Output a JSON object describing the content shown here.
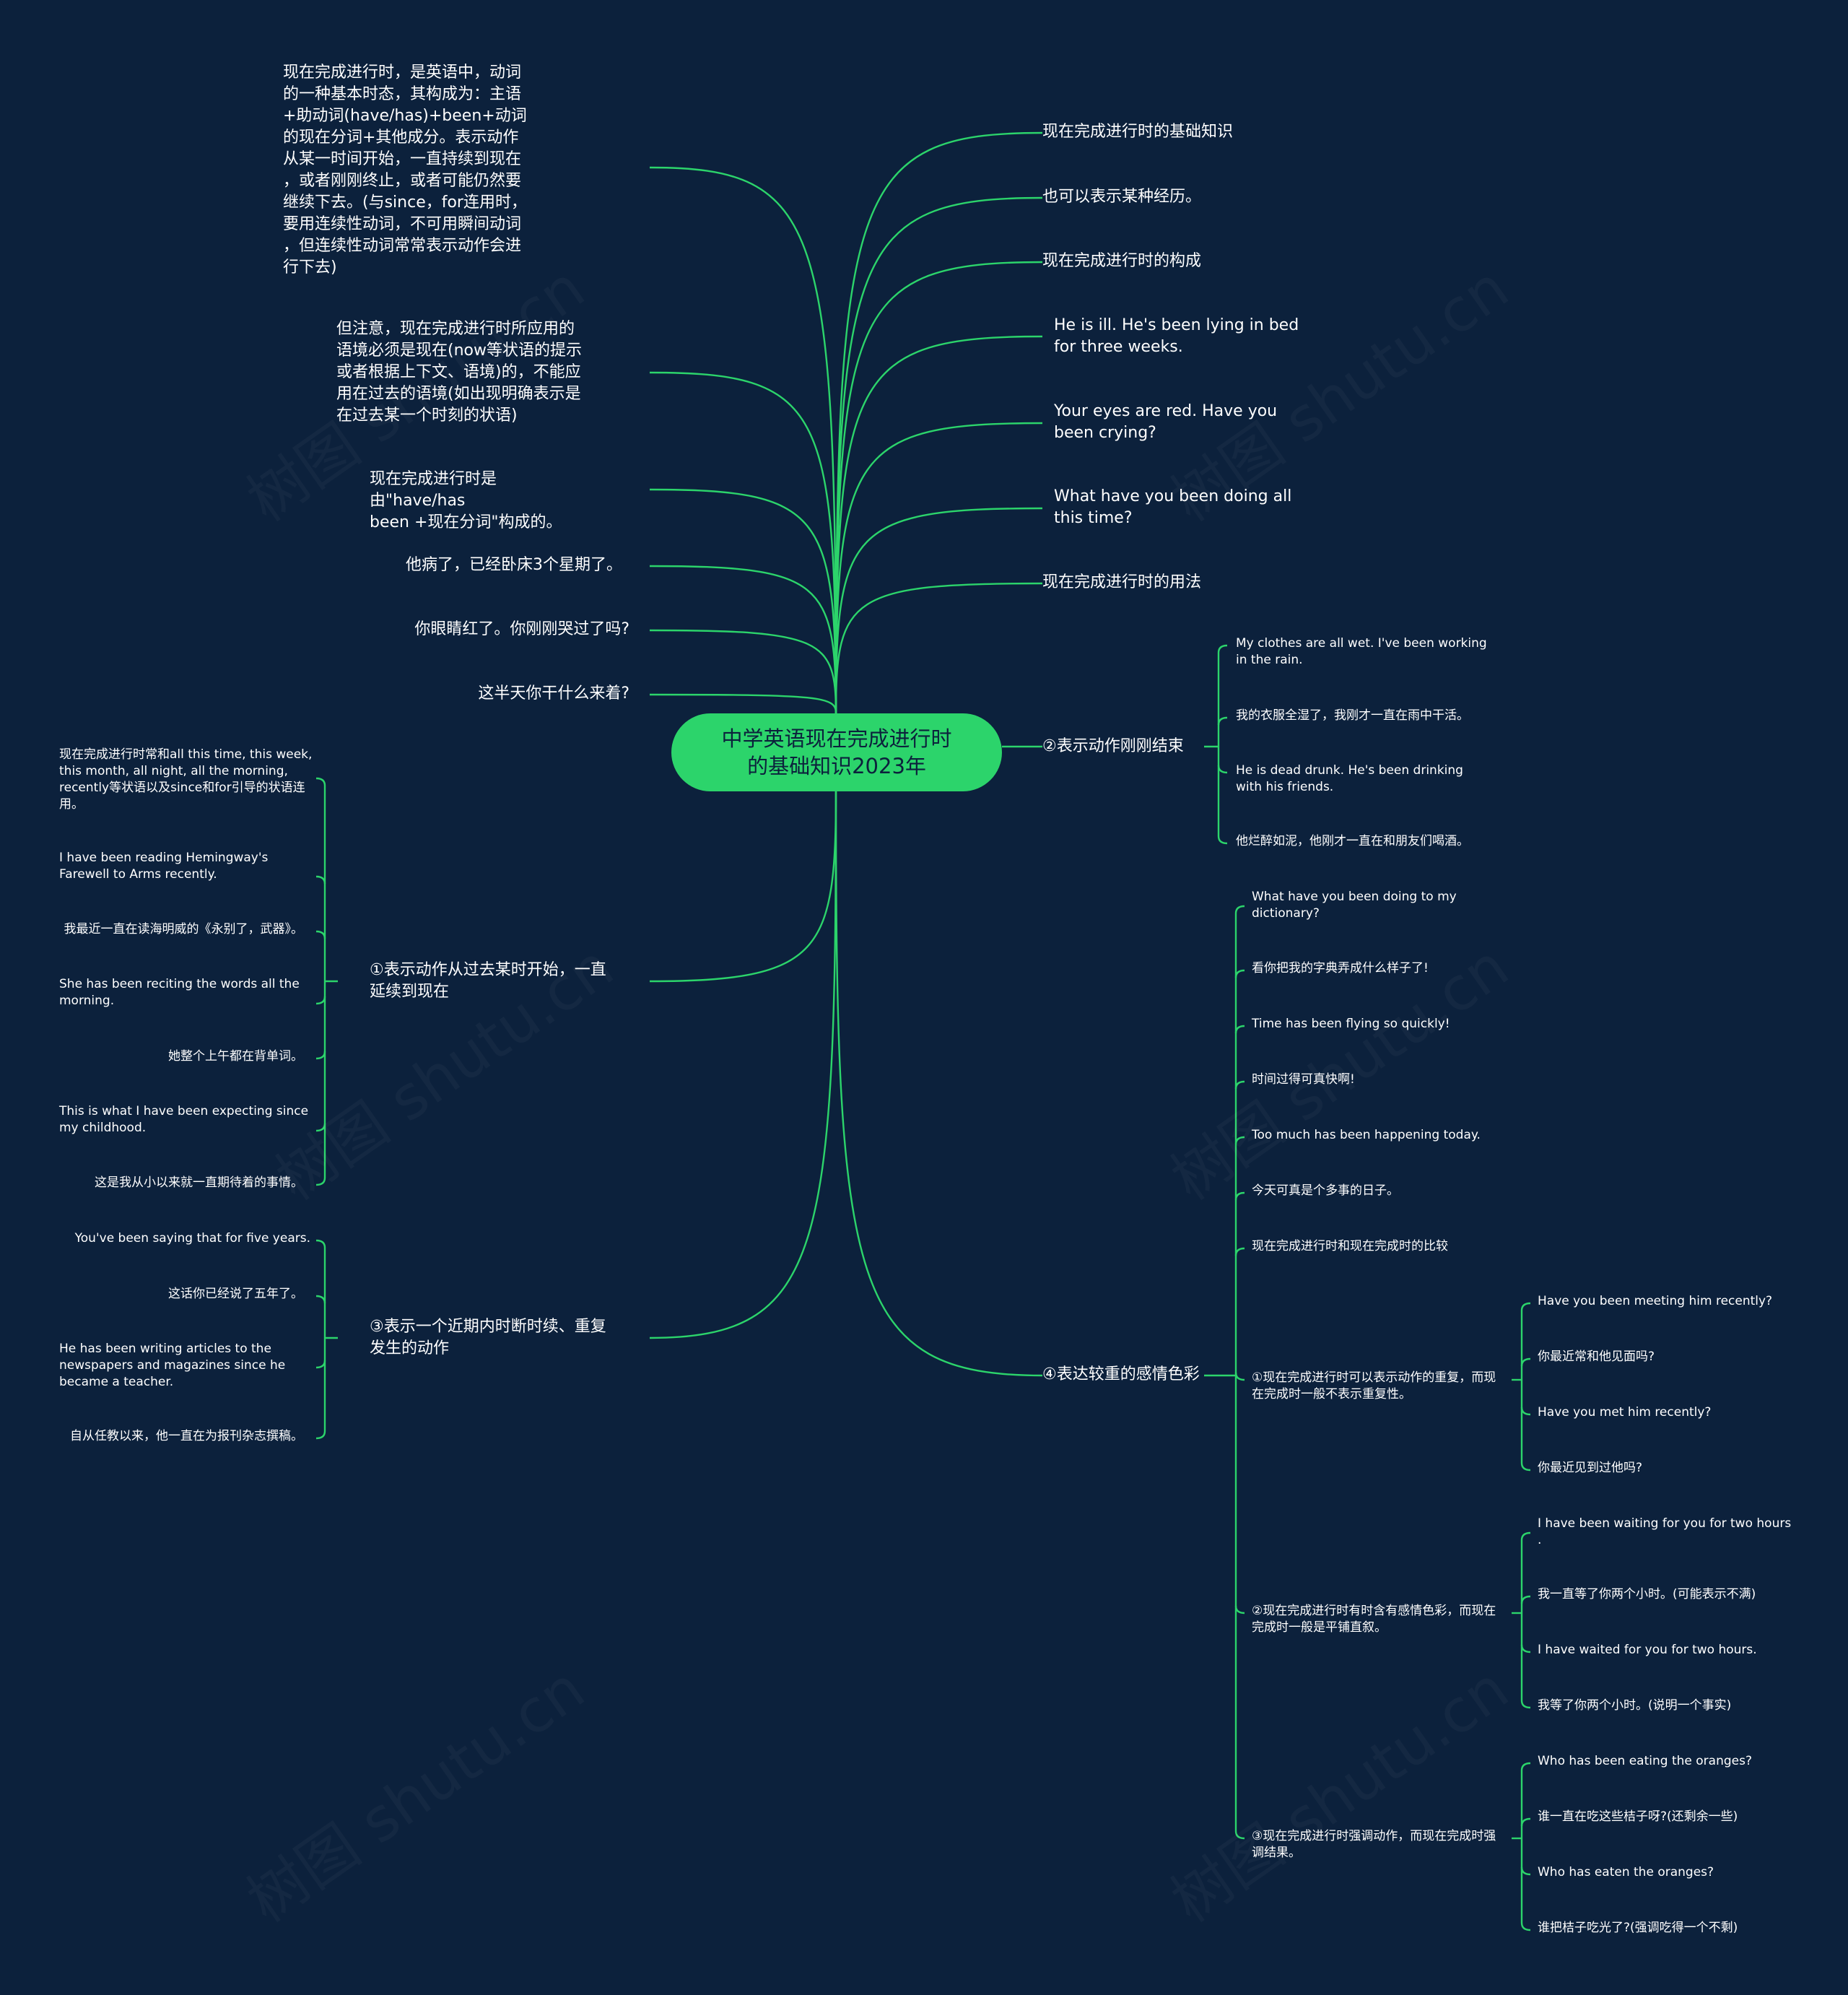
{
  "center": {
    "title": "中学英语现在完成进行时\n的基础知识2023年"
  },
  "right_branches": [
    "现在完成进行时的基础知识",
    "也可以表示某种经历。",
    "现在完成进行时的构成",
    "He is ill. He's been lying in bed\nfor three weeks.",
    "Your eyes are red. Have you\nbeen crying?",
    "What have you been doing all\nthis time?",
    "现在完成进行时的用法"
  ],
  "left_branches": [
    "现在完成进行时，是英语中，动词\n的一种基本时态，其构成为：主语\n+助动词(have/has)+been+动词\n的现在分词+其他成分。表示动作\n从某一时间开始，一直持续到现在\n，或者刚刚终止，或者可能仍然要\n继续下去。(与since，for连用时，\n要用连续性动词，不可用瞬间动词\n，但连续性动词常常表示动作会进\n行下去)",
    "但注意，现在完成进行时所应用的\n语境必须是现在(now等状语的提示\n或者根据上下文、语境)的，不能应\n用在过去的语境(如出现明确表示是\n在过去某一个时刻的状语)",
    "现在完成进行时是由\"have/has\nbeen +现在分词\"构成的。",
    "他病了，已经卧床3个星期了。",
    "你眼睛红了。你刚刚哭过了吗?",
    "这半天你干什么来着?"
  ],
  "usage1": {
    "label": "①表示动作从过去某时开始，一直\n延续到现在",
    "items": [
      "现在完成进行时常和all this time, this week,\n this month, all night, all the morning,\nrecently等状语以及since和for引导的状语连\n用。",
      "I have been reading Hemingway's\nFarewell to Arms recently.",
      "我最近一直在读海明威的《永别了，武器》。",
      "She has been reciting the words all the\nmorning.",
      "她整个上午都在背单词。",
      "This is what I have been expecting since\nmy childhood.",
      "这是我从小以来就一直期待着的事情。"
    ]
  },
  "usage3": {
    "label": "③表示一个近期内时断时续、重复\n发生的动作",
    "items": [
      "You've been saying that for five years.",
      "这话你已经说了五年了。",
      "He has been writing articles to the\nnewspapers and magazines since he\nbecame a teacher.",
      "自从任教以来，他一直在为报刊杂志撰稿。"
    ]
  },
  "usage2": {
    "label": "②表示动作刚刚结束",
    "items": [
      "My clothes are all wet. I've been working\nin the rain.",
      "我的衣服全湿了，我刚才一直在雨中干活。",
      "He is dead drunk. He's been drinking\nwith his friends.",
      "他烂醉如泥，他刚才一直在和朋友们喝酒。"
    ]
  },
  "usage4": {
    "label": "④表达较重的感情色彩",
    "items": [
      "What have you been doing to my\ndictionary?",
      "看你把我的字典弄成什么样子了!",
      "Time has been flying so quickly!",
      "时间过得可真快啊!",
      "Too much has been happening today.",
      "今天可真是个多事的日子。",
      "现在完成进行时和现在完成时的比较"
    ],
    "compare": [
      {
        "label": "①现在完成进行时可以表示动作的重复，而现\n在完成时一般不表示重复性。",
        "items": [
          "Have you been meeting him recently?",
          "你最近常和他见面吗?",
          "Have you met him recently?",
          "你最近见到过他吗?"
        ]
      },
      {
        "label": "②现在完成进行时有时含有感情色彩，而现在\n完成时一般是平铺直叙。",
        "items": [
          "I have been waiting for you for two hours\n.",
          "我一直等了你两个小时。(可能表示不满)",
          "I have waited for you for two hours.",
          "我等了你两个小时。(说明一个事实)"
        ]
      },
      {
        "label": "③现在完成进行时强调动作，而现在完成时强\n调结果。",
        "items": [
          "Who has been eating the oranges?",
          "谁一直在吃这些桔子呀?(还剩余一些)",
          "Who has eaten the oranges?",
          "谁把桔子吃光了?(强调吃得一个不剩)"
        ]
      }
    ]
  },
  "watermark": "树图 shutu.cn",
  "colors": {
    "background": "#0c213c",
    "center_fill": "#2cd46b",
    "link": "#2cd46b",
    "text": "#ffffff"
  }
}
